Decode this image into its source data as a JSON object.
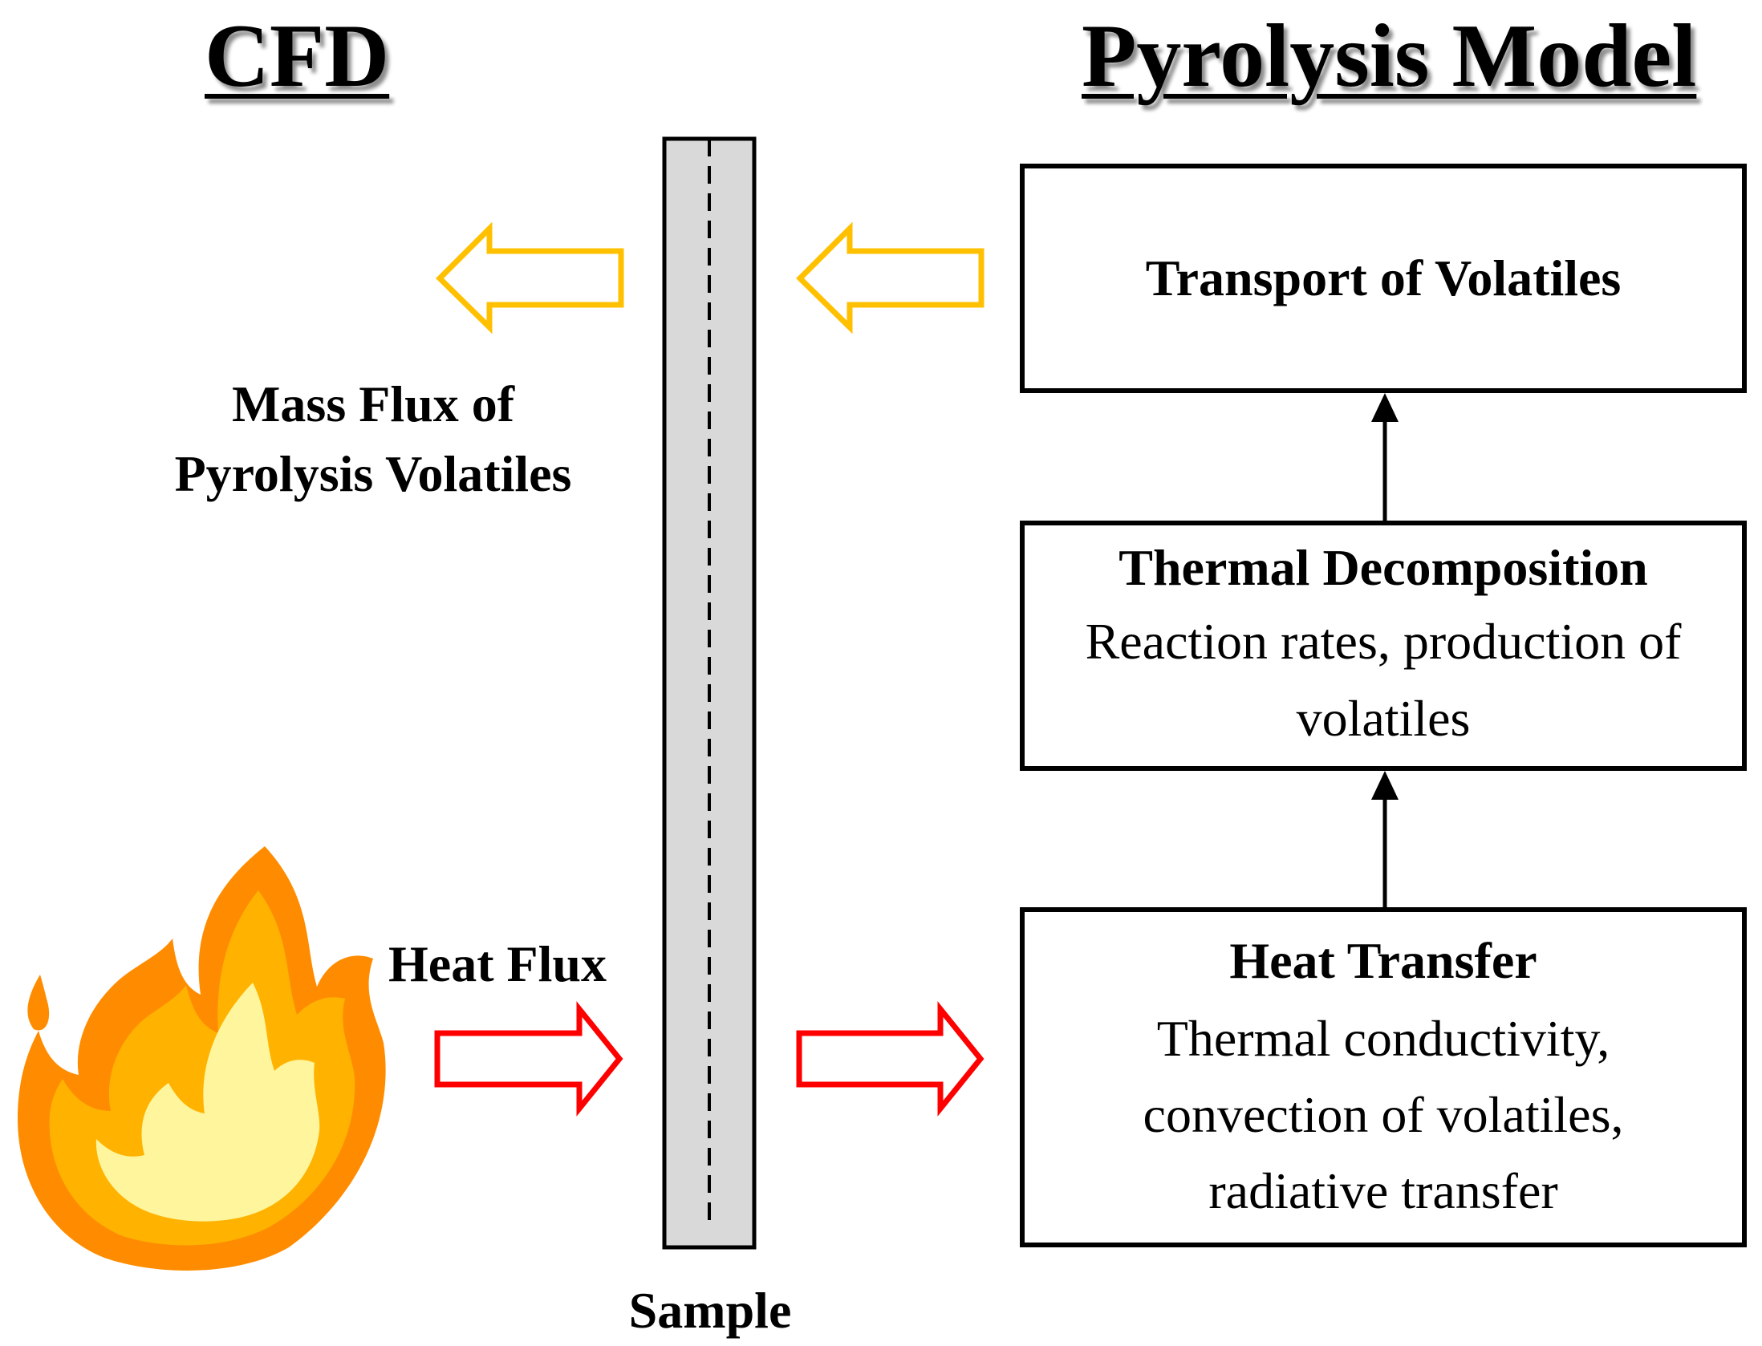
{
  "headings": {
    "cfd": "CFD",
    "pyrolysis_model": "Pyrolysis Model"
  },
  "labels": {
    "mass_flux": "Mass Flux of\nPyrolysis Volatiles",
    "heat_flux": "Heat Flux",
    "sample": "Sample"
  },
  "boxes": {
    "transport": {
      "title": "Transport of Volatiles"
    },
    "decomposition": {
      "title": "Thermal Decomposition",
      "description_line1": "Reaction rates, production of",
      "description_line2": "volatiles"
    },
    "heat_transfer": {
      "title": "Heat Transfer",
      "description_line1": "Thermal conductivity,",
      "description_line2": "convection of volatiles,",
      "description_line3": "radiative transfer"
    }
  },
  "colors": {
    "mass_flux_arrow": "#FFC000",
    "heat_flux_arrow": "#FF0000",
    "sample_fill": "#D9D9D9",
    "flame_outer": "#FF8C00",
    "flame_middle": "#FFB300",
    "flame_inner": "#FFF59D"
  },
  "icons": {
    "flame": "fire-icon"
  }
}
